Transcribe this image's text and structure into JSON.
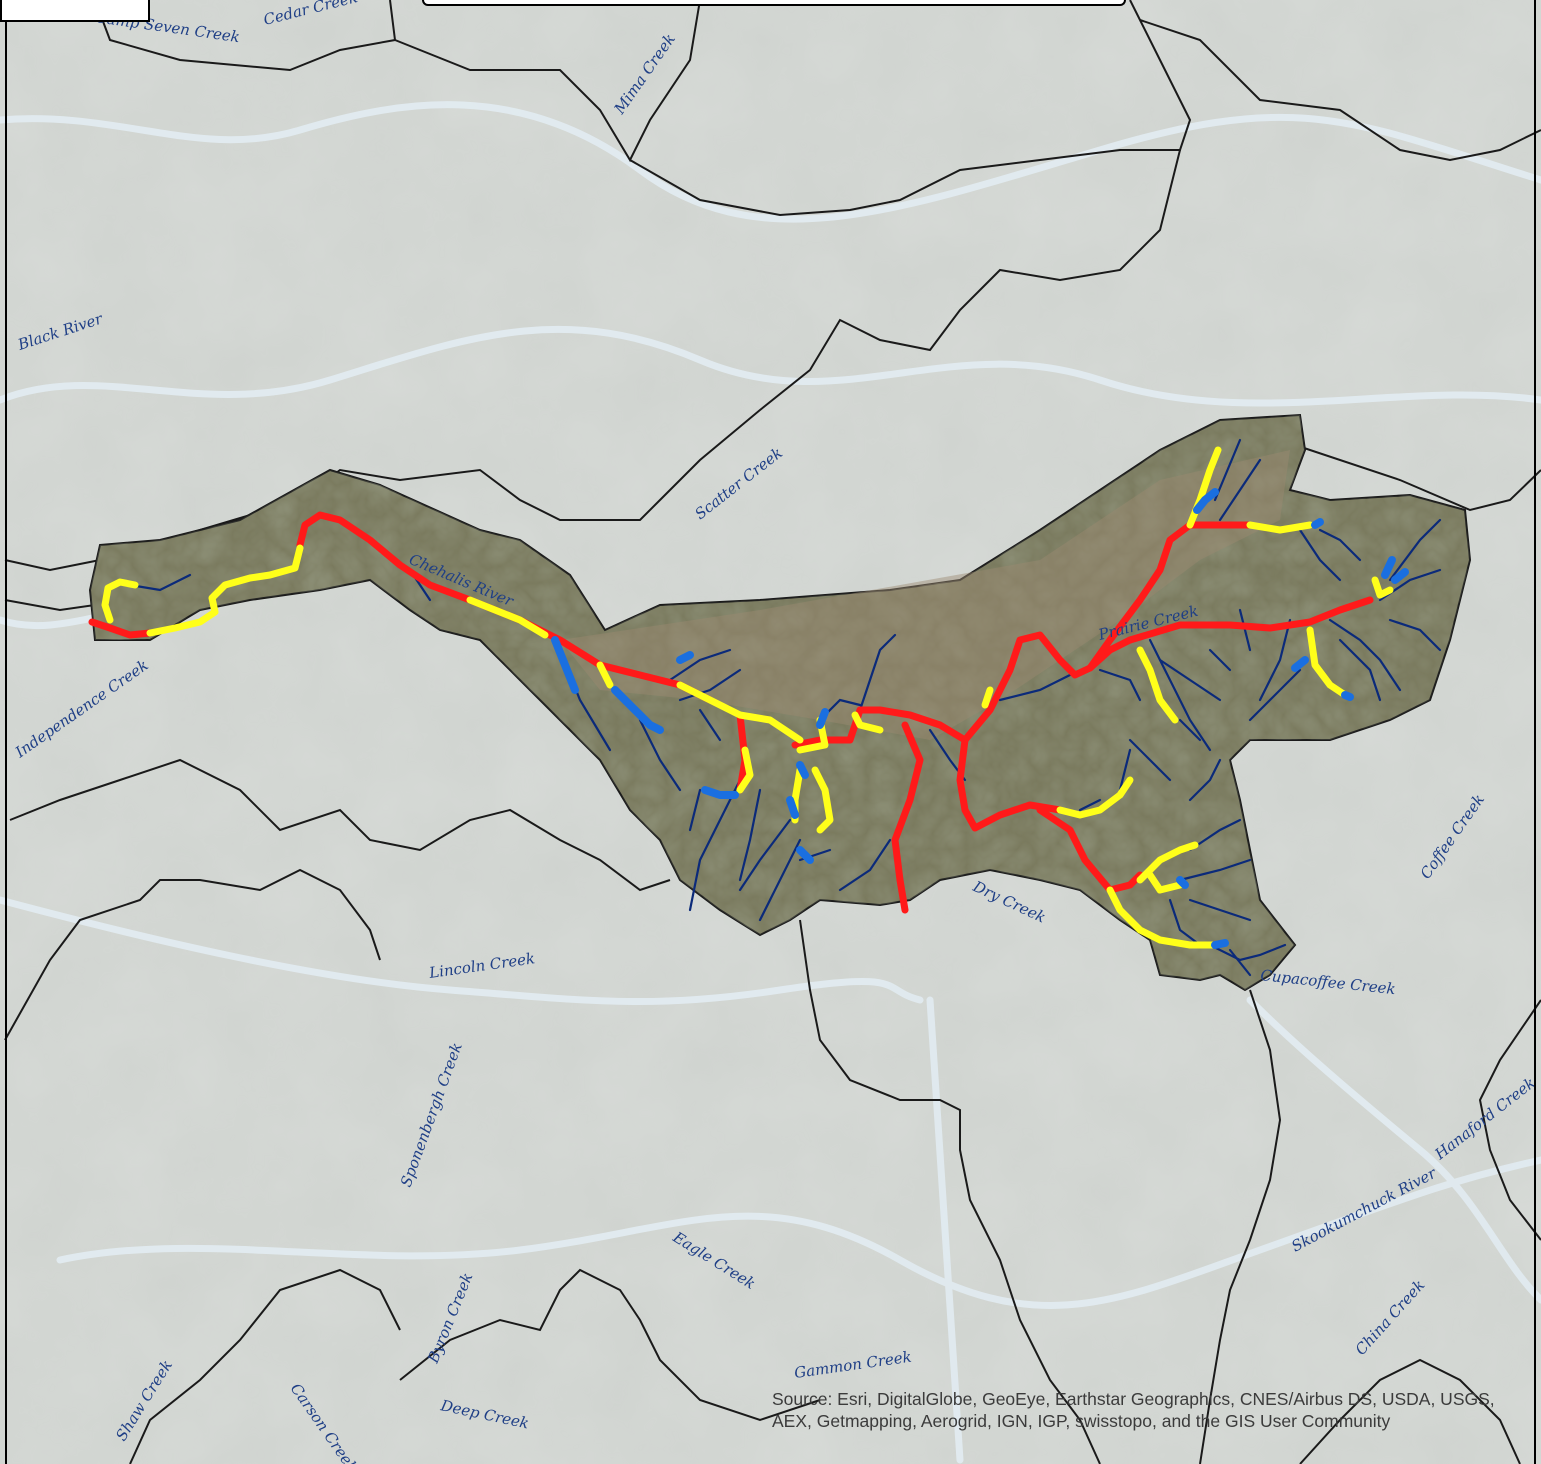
{
  "map": {
    "labels": {
      "camp_seven_creek": "Camp Seven Creek",
      "cedar_creek": "Cedar Creek",
      "mima_creek": "Mima Creek",
      "black_river": "Black River",
      "scatter_creek": "Scatter Creek",
      "chehalis_river": "Chehalis River",
      "prairie_creek": "Prairie Creek",
      "independence_creek": "Independence Creek",
      "dry_creek": "Dry Creek",
      "lincoln_creek": "Lincoln Creek",
      "coffee_creek": "Coffee Creek",
      "cupacoffee_creek": "Cupacoffee Creek",
      "sponenbergh_creek": "Sponenbergh Creek",
      "hanaford_creek": "Hanaford Creek",
      "skookumchuck_river": "Skookumchuck River",
      "eagle_creek": "Eagle Creek",
      "china_creek": "China Creek",
      "byron_creek": "Byron Creek",
      "shaw_creek": "Shaw Creek",
      "carson_creek": "Carson Creek",
      "deep_creek": "Deep Creek",
      "gammon_creek": "Gammon Creek"
    },
    "attribution": "Source: Esri, DigitalGlobe, GeoEye, Earthstar Geographics, CNES/Airbus DS, USDA, USGS, AEX, Getmapping, Aerogrid, IGN, IGP, swisstopo, and the GIS User Community",
    "colors": {
      "basemap": "#cfd3cf",
      "study_area": "#7a7a5e",
      "high": "#ff1a1a",
      "medium": "#ffff1a",
      "low": "#1a6fe0",
      "stream": "#0b2a7a",
      "boundary": "#1a1a1a",
      "label": "#1f3f86"
    }
  }
}
